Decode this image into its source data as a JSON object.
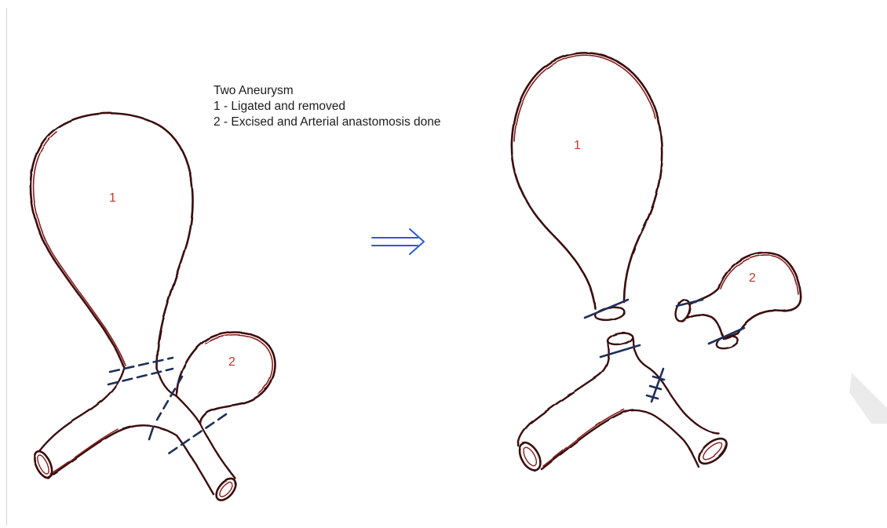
{
  "notes": {
    "title": "Two Aneurysm",
    "line1": "1 - Ligated and removed",
    "line2": "2 - Excised and Arterial anastomosis done"
  },
  "labels": {
    "left_aneurysm_1": "1",
    "left_aneurysm_2": "2",
    "right_aneurysm_1": "1",
    "right_aneurysm_2": "2"
  },
  "colors": {
    "vessel_outline": "#8b1a1a",
    "vessel_shadow": "#3a1010",
    "suture": "#1f2f5a",
    "arrow": "#2a5bd7",
    "label": "#c0392b"
  }
}
